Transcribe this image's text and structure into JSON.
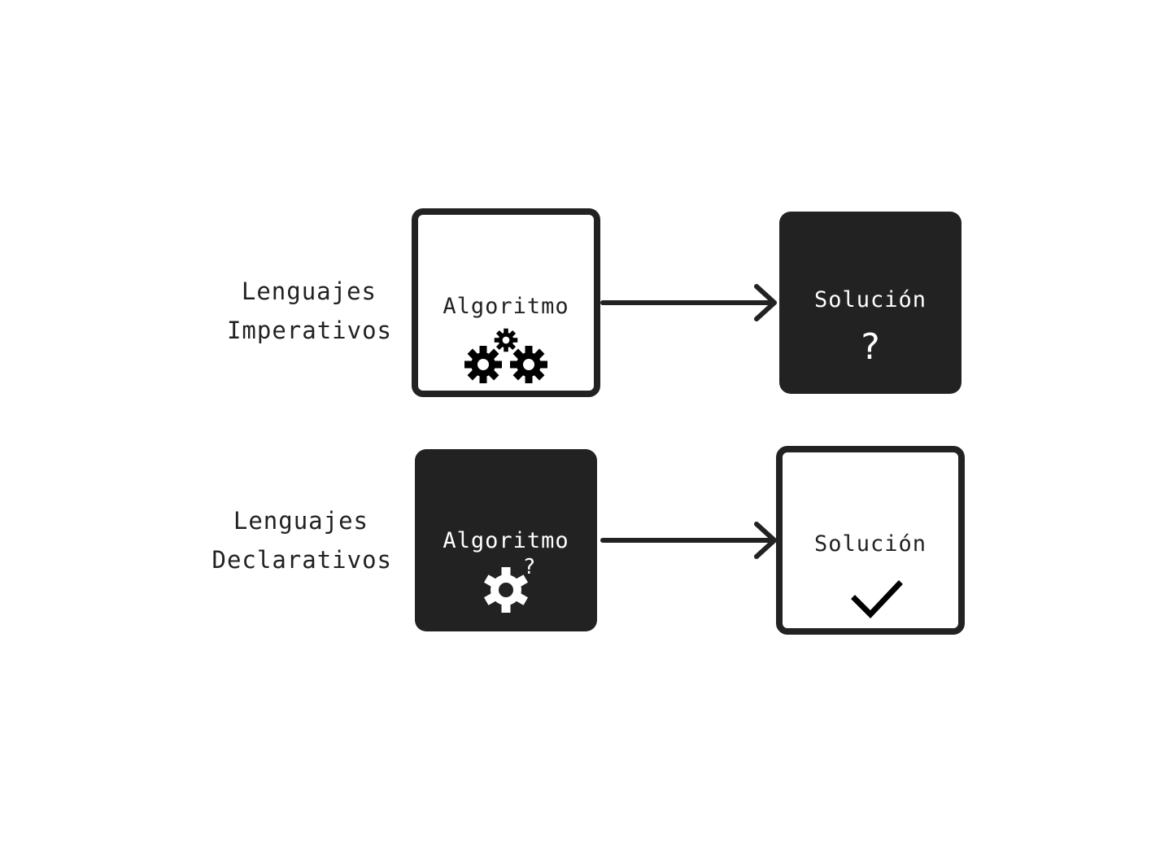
{
  "rows": [
    {
      "label_line1": "Lenguajes",
      "label_line2": "Imperativos",
      "algorithm": {
        "title": "Algoritmo",
        "style": "outline",
        "icon": "gears-icon"
      },
      "solution": {
        "title": "Solución",
        "style": "filled",
        "mark": "?",
        "icon": "question-mark-icon"
      }
    },
    {
      "label_line1": "Lenguajes",
      "label_line2": "Declarativos",
      "algorithm": {
        "title": "Algoritmo",
        "style": "filled",
        "mark": "?",
        "icon": "gear-question-icon"
      },
      "solution": {
        "title": "Solución",
        "style": "outline",
        "icon": "checkmark-icon"
      }
    }
  ],
  "colors": {
    "ink": "#222222",
    "paper": "#ffffff"
  }
}
